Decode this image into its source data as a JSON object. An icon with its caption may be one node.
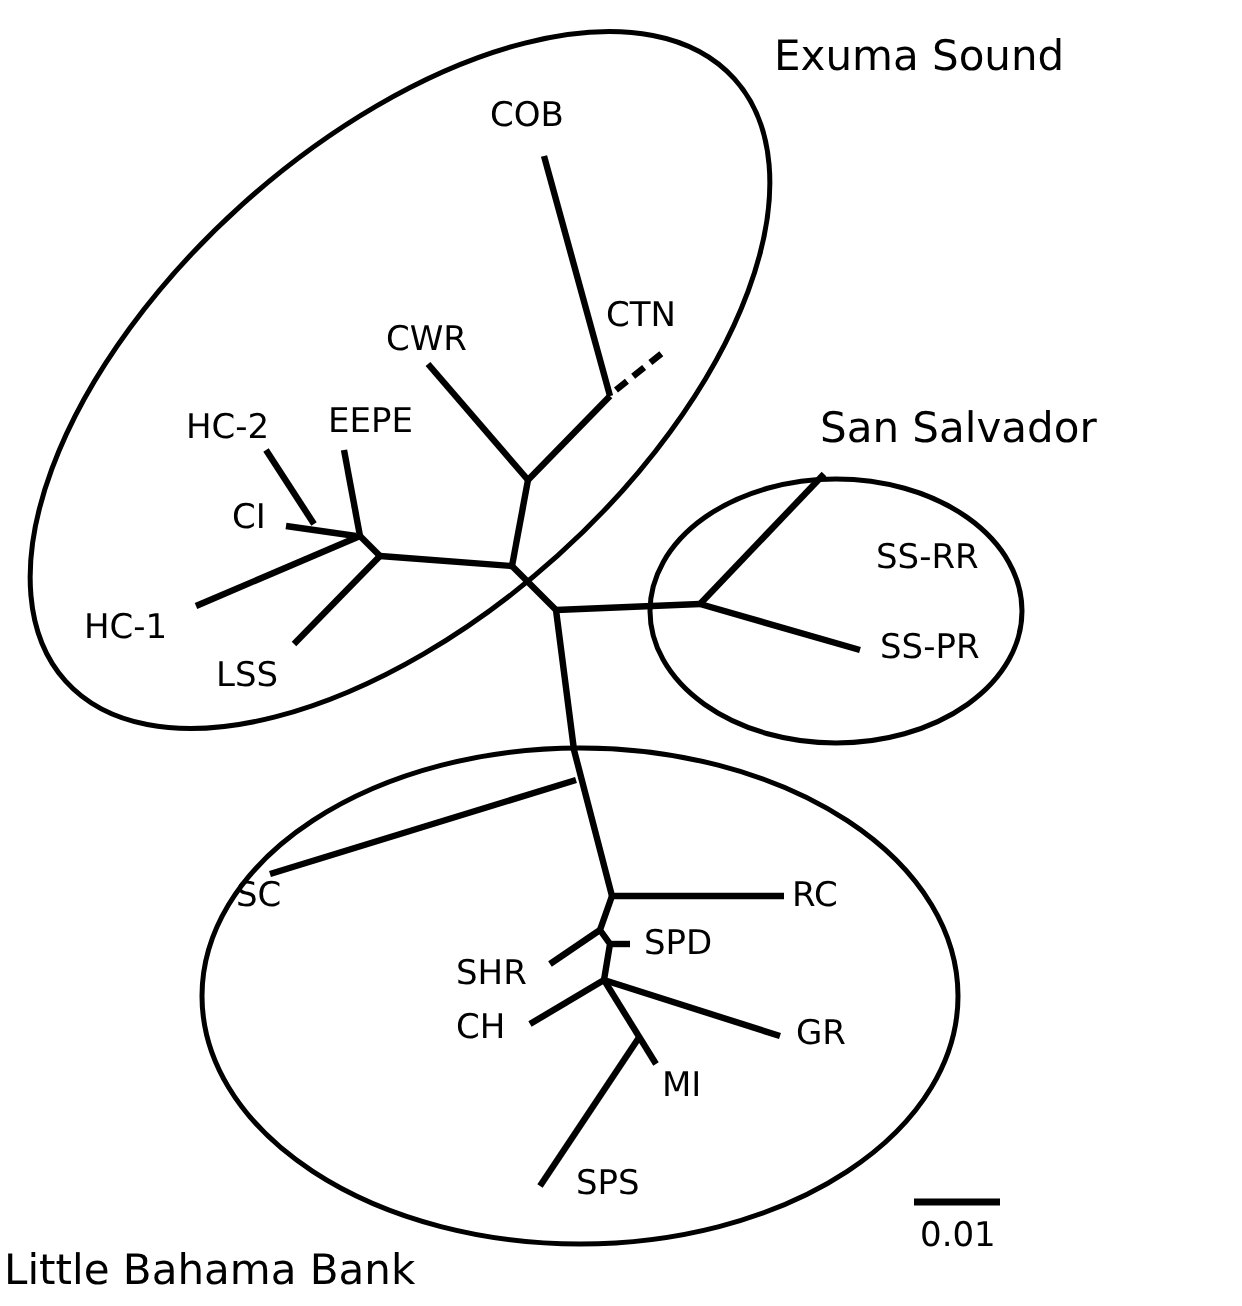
{
  "diagram": {
    "nodes": [
      {
        "text": [
          "Exuma Sound"
        ]
      },
      {
        "text": [
          "San Salvador"
        ]
      },
      {
        "text": [
          "Little Bahama Bank"
        ]
      }
    ],
    "labels": [
      "COB",
      "CTN",
      "CWR",
      "HC-2",
      "EEPE",
      "CI",
      "HC-1",
      "LSS",
      "SS-RR",
      "SS-PR",
      "SC",
      "RC",
      "SPD",
      "SHR",
      "CH",
      "GR",
      "MI",
      "SPS",
      "0.01"
    ]
  }
}
